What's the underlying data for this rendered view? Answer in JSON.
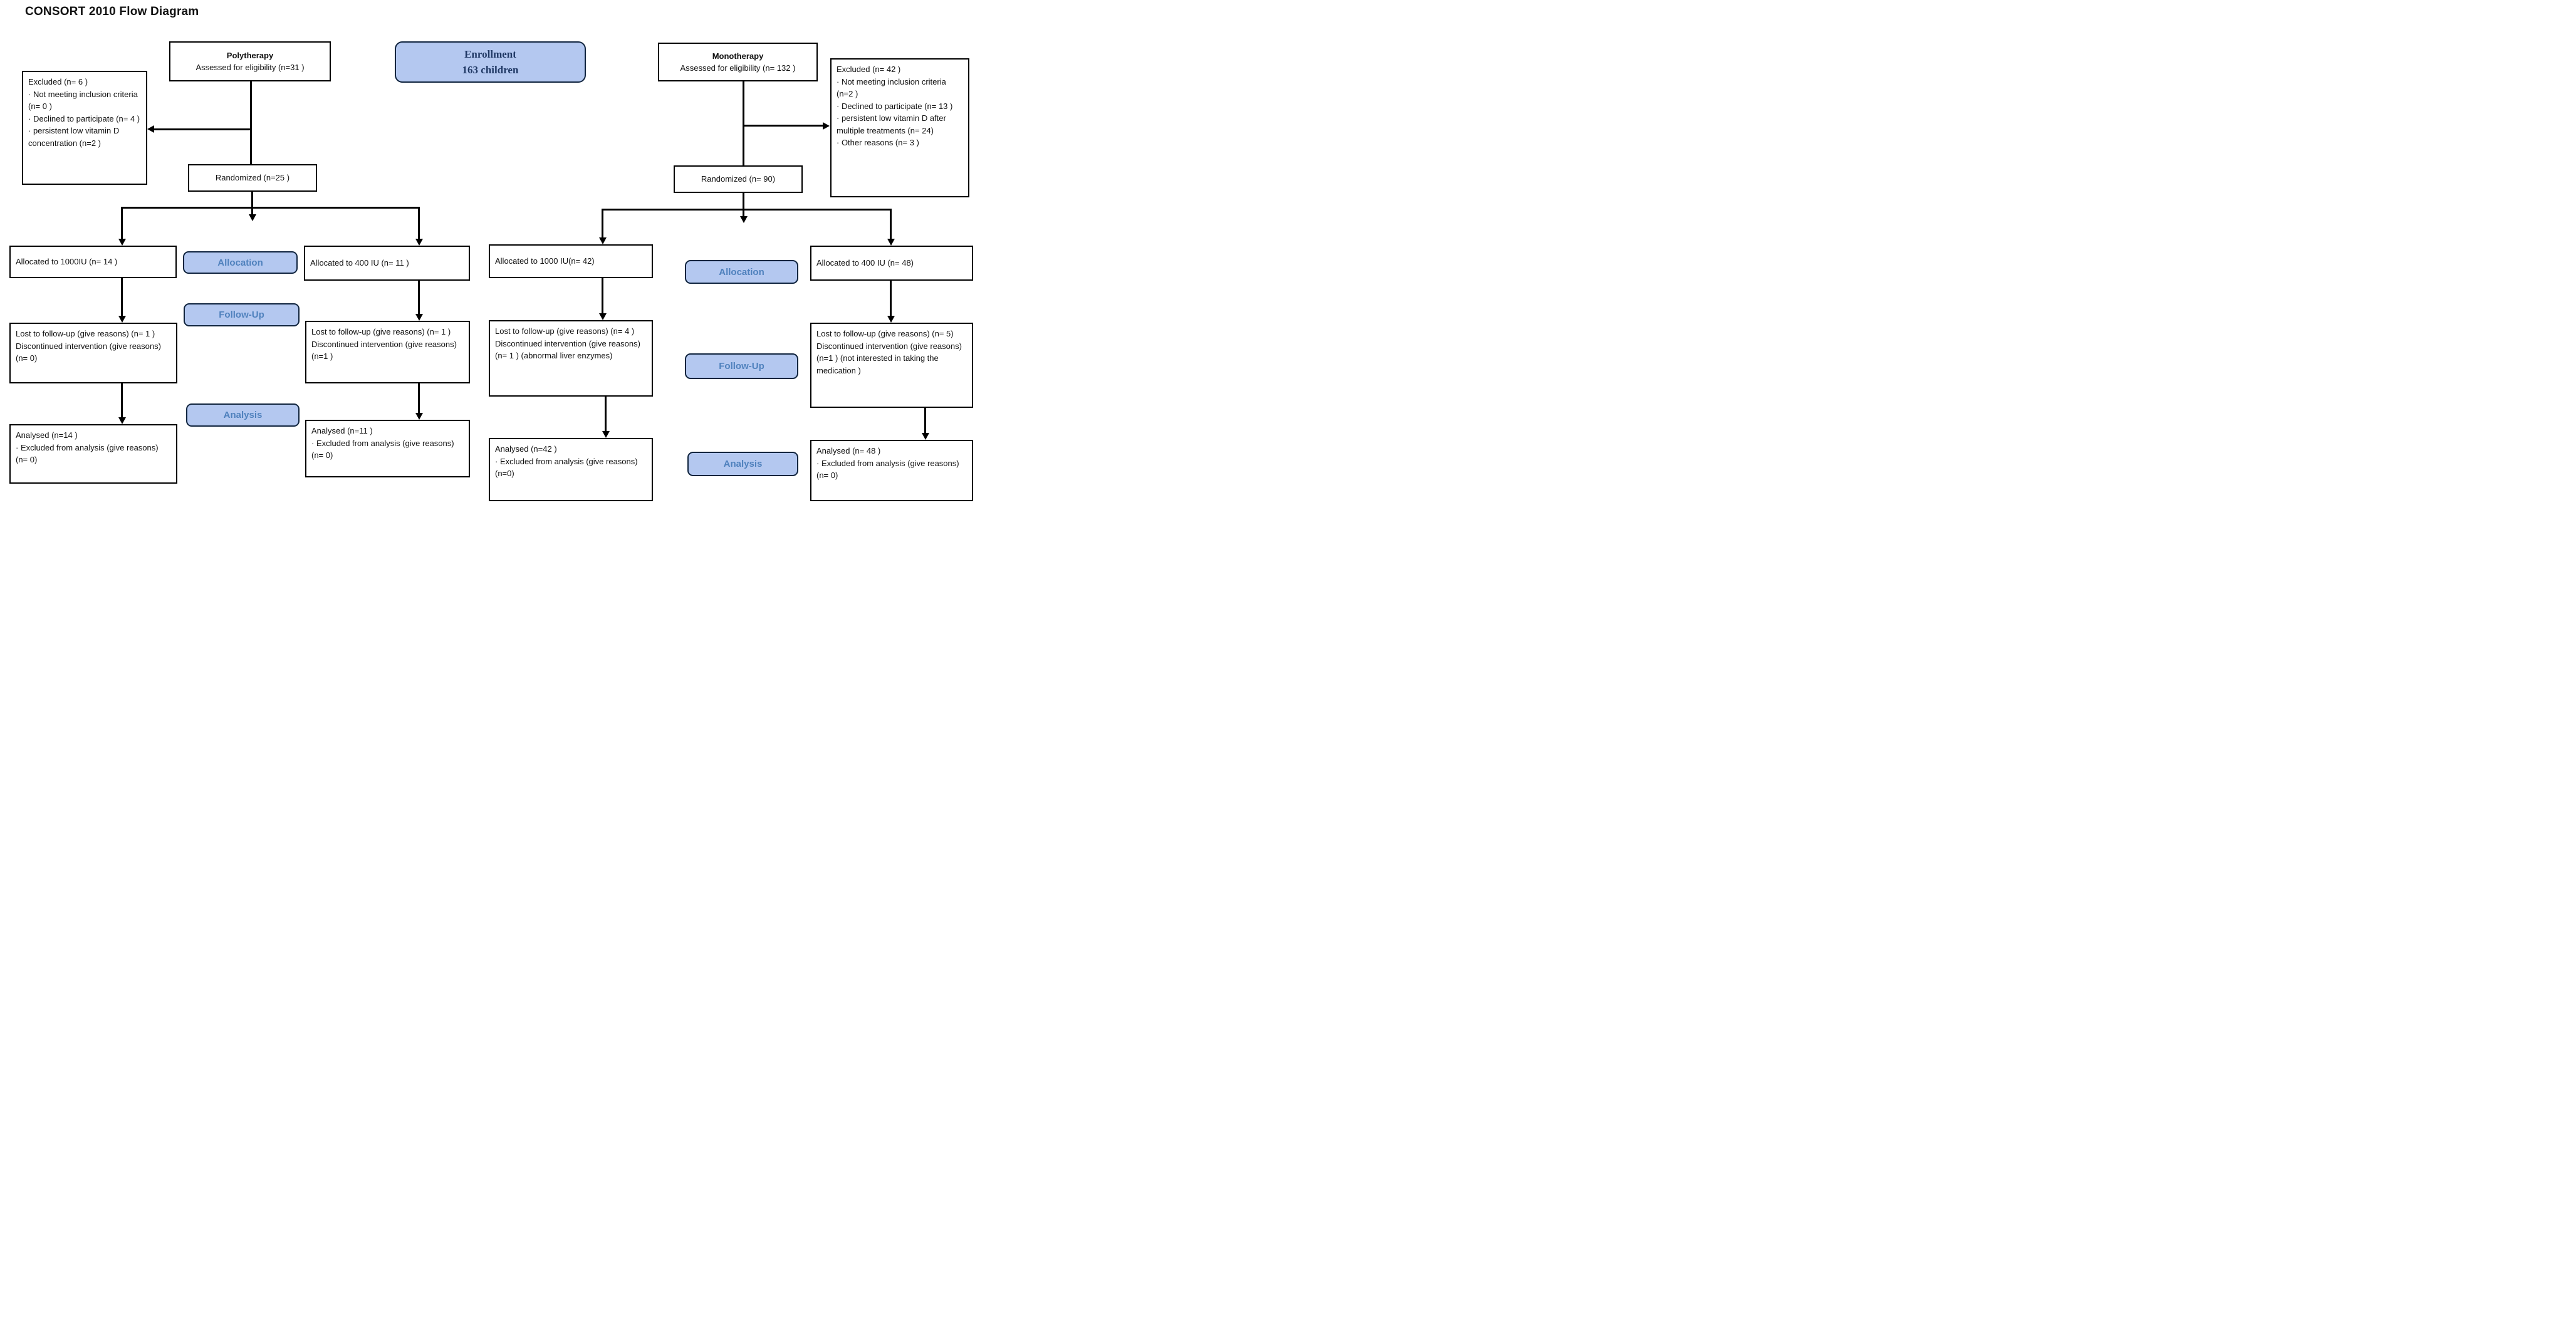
{
  "ui": {
    "title": "CONSORT 2010 Flow Diagram"
  },
  "colors": {
    "stage_fill": "#b4c8f0",
    "stage_text": "#4f81bd",
    "stage_border": "#10243e",
    "box_border": "#000000",
    "enrollment_text": "#1f3864"
  },
  "enrollment": {
    "line1": "Enrollment",
    "line2": "163 children"
  },
  "stages": {
    "allocation": "Allocation",
    "followup": "Follow-Up",
    "analysis": "Analysis"
  },
  "poly": {
    "header": "Polytherapy",
    "assessed": "Assessed for eligibility (n=31 )",
    "excluded_title": "Excluded (n= 6 )",
    "excluded_items": [
      "· Not meeting inclusion criteria (n= 0 )",
      "· Declined to participate (n= 4 )",
      "· persistent low vitamin D concentration (n=2 )"
    ],
    "randomized": "Randomized (n=25 )",
    "arm_1000": {
      "allocated": "Allocated to 1000IU (n= 14 )",
      "lost_line1": "Lost to follow-up (give reasons) (n= 1 )",
      "lost_line2": "Discontinued intervention (give reasons) (n= 0)",
      "analysed": "Analysed (n=14 )",
      "analysed_item": "· Excluded from analysis (give reasons) (n= 0)"
    },
    "arm_400": {
      "allocated": "Allocated to 400 IU (n= 11 )",
      "lost_line1": "Lost to follow-up (give reasons) (n= 1 )",
      "lost_line2": "Discontinued intervention (give reasons) (n=1 )",
      "analysed": "Analysed (n=11 )",
      "analysed_item": "· Excluded from analysis (give reasons) (n= 0)"
    }
  },
  "mono": {
    "header": "Monotherapy",
    "assessed": "Assessed for eligibility (n= 132 )",
    "excluded_title": "Excluded (n= 42 )",
    "excluded_items": [
      "· Not meeting inclusion criteria (n=2 )",
      "· Declined to participate (n= 13 )",
      "· persistent low vitamin D after multiple treatments (n= 24)",
      "· Other reasons (n= 3 )"
    ],
    "randomized": "Randomized (n= 90)",
    "arm_1000": {
      "allocated": "Allocated to 1000 IU(n= 42)",
      "lost_line1": "Lost to follow-up (give reasons) (n= 4 )",
      "lost_line2": "Discontinued intervention (give reasons) (n= 1 ) (abnormal liver enzymes)",
      "analysed": "Analysed (n=42 )",
      "analysed_item": "· Excluded from analysis (give reasons) (n=0)"
    },
    "arm_400": {
      "allocated": "Allocated to 400 IU (n= 48)",
      "lost_line1": "Lost to follow-up (give reasons) (n= 5)",
      "lost_line2": "Discontinued intervention (give reasons) (n=1 ) (not interested in taking the medication )",
      "analysed": "Analysed (n= 48 )",
      "analysed_item": "· Excluded from analysis (give reasons) (n= 0)"
    }
  }
}
